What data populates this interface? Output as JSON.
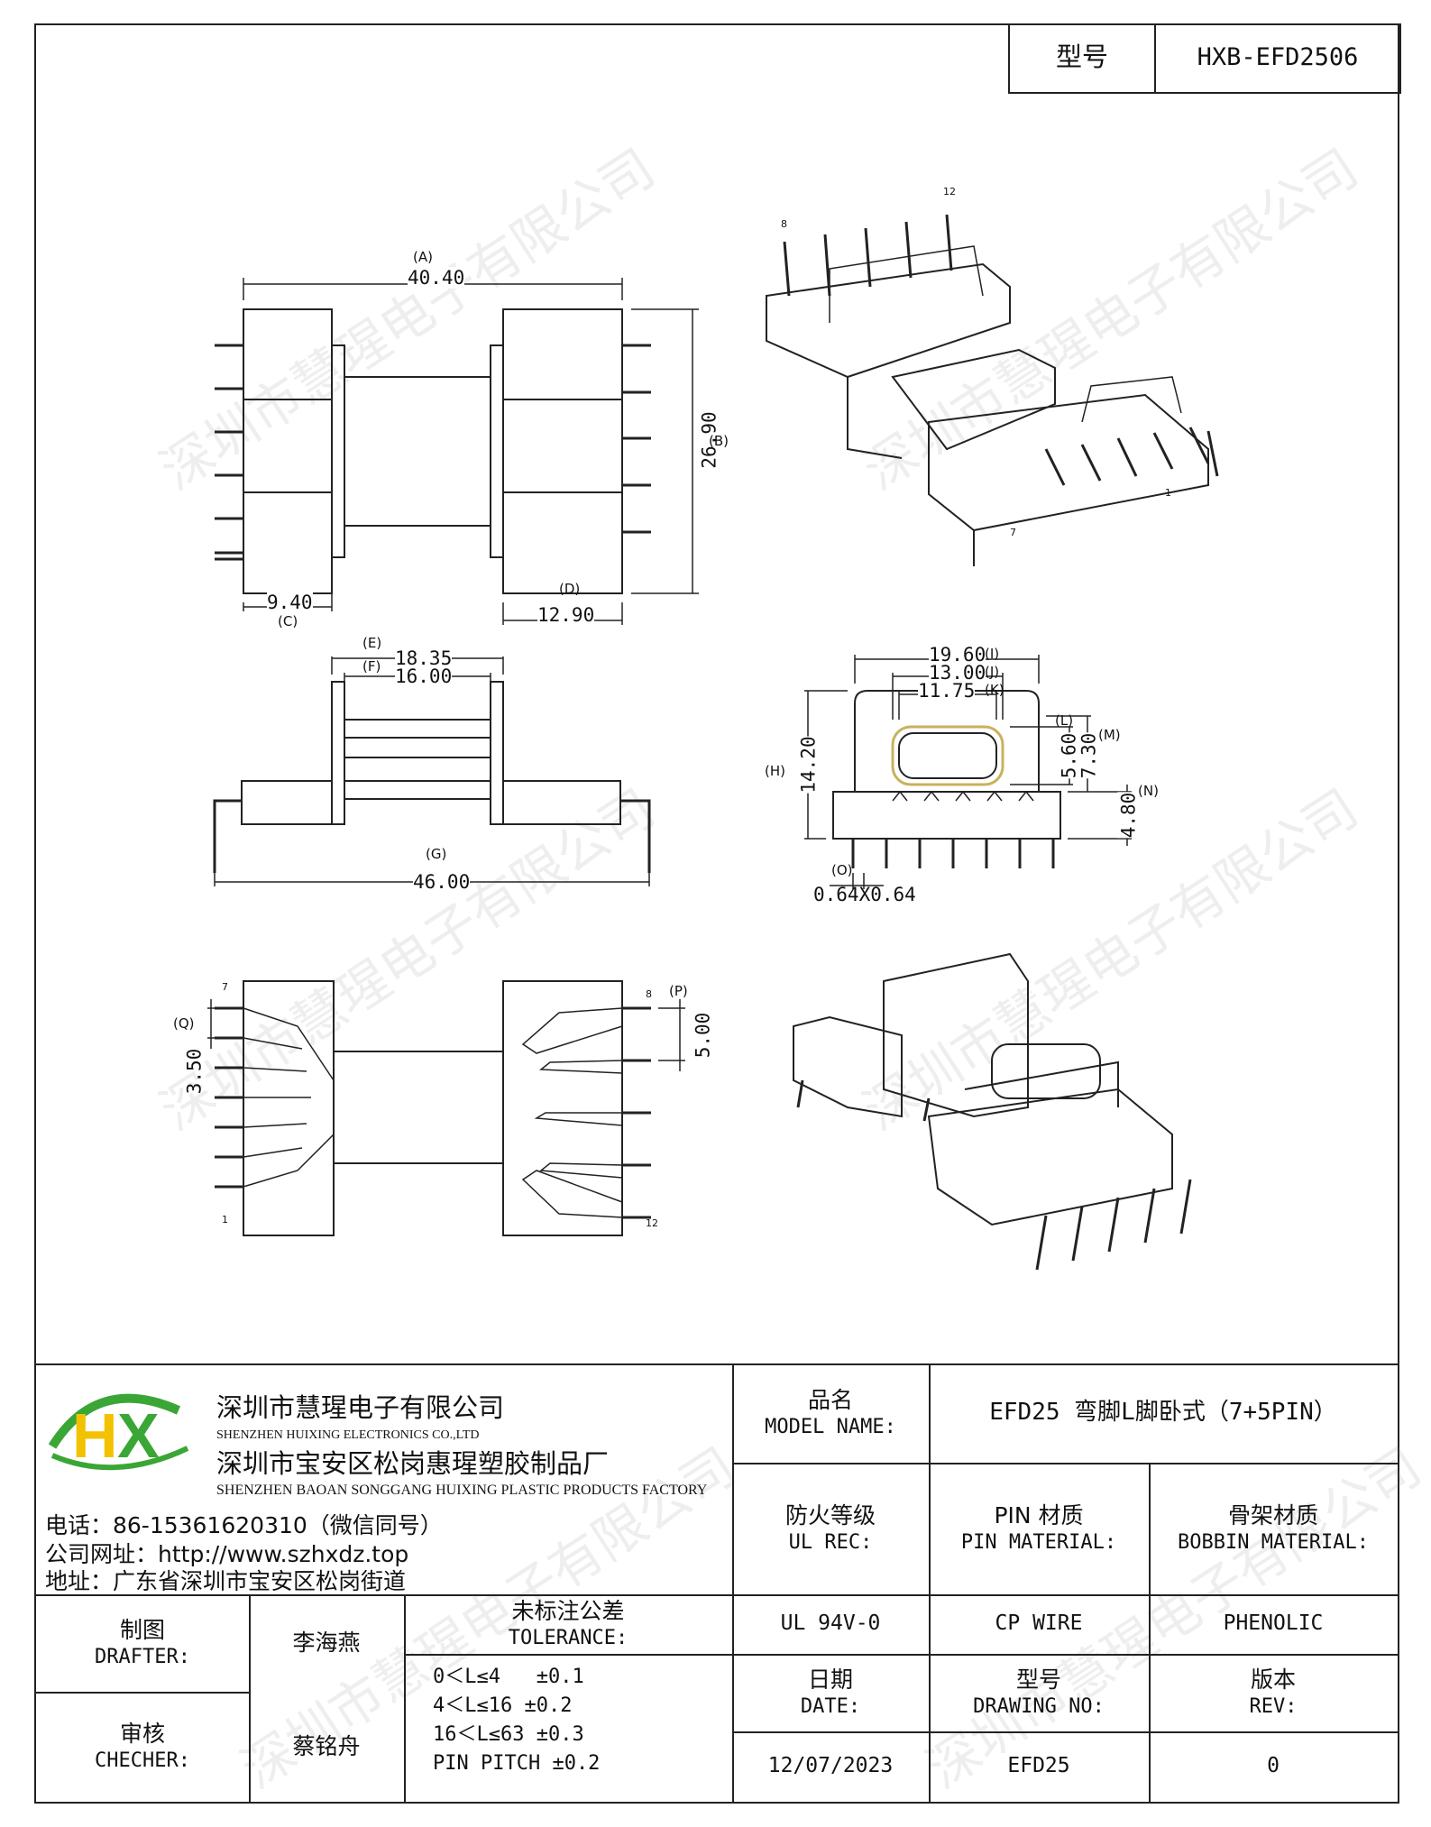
{
  "header": {
    "model_label": "型号",
    "model_value": "HXB-EFD2506"
  },
  "watermark": "深圳市慧瑆电子有限公司",
  "drawing": {
    "top_view": {
      "dim_a_label": "(A)",
      "dim_a": "40.40",
      "dim_b_label": "(B)",
      "dim_b": "26.90",
      "dim_c_label": "(C)",
      "dim_c": "9.40",
      "dim_d_label": "(D)",
      "dim_d": "12.90"
    },
    "side_view": {
      "dim_e_label": "(E)",
      "dim_e": "18.35",
      "dim_f_label": "(F)",
      "dim_f": "16.00",
      "dim_g_label": "(G)",
      "dim_g": "46.00"
    },
    "end_view": {
      "dim_i_label": "(I)",
      "dim_i": "19.60",
      "dim_j_label": "(J)",
      "dim_j": "13.00",
      "dim_k_label": "(K)",
      "dim_k": "11.75",
      "dim_h_label": "(H)",
      "dim_h": "14.20",
      "dim_l_label": "(L)",
      "dim_l": "5.60",
      "dim_m_label": "(M)",
      "dim_m": "7.30",
      "dim_n_label": "(N)",
      "dim_n": "4.80",
      "dim_o_label": "(O)",
      "dim_o": "0.64X0.64"
    },
    "bottom_view": {
      "dim_q_label": "(Q)",
      "dim_q": "3.50",
      "dim_p_label": "(P)",
      "dim_p": "5.00",
      "pin_7": "7",
      "pin_1": "1",
      "pin_8": "8",
      "pin_12": "12"
    },
    "iso_top": {
      "pin_8": "8",
      "pin_12": "12",
      "pin_1": "1",
      "pin_7": "7"
    }
  },
  "company": {
    "name_cn": "深圳市慧瑆电子有限公司",
    "name_en": "SHENZHEN HUIXING ELECTRONICS CO.,LTD",
    "factory_cn": "深圳市宝安区松岗惠瑆塑胶制品厂",
    "factory_en": "SHENZHEN BAOAN SONGGANG HUIXING PLASTIC PRODUCTS FACTORY",
    "phone": "电话：86-15361620310（微信同号）",
    "website": "公司网址：http://www.szhxdz.top",
    "address": "地址：广东省深圳市宝安区松岗街道",
    "logo_text": "HX",
    "colors": {
      "green": "#3aa635",
      "yellow": "#f2c200",
      "blue": "#2a5fb0"
    }
  },
  "titleblock": {
    "model_name_cn": "品名",
    "model_name_en": "MODEL NAME:",
    "model_name_value": "EFD25 弯脚L脚卧式（7+5PIN）",
    "ul_cn": "防火等级",
    "ul_en": "UL REC:",
    "pin_mat_cn": "PIN 材质",
    "pin_mat_en": "PIN MATERIAL:",
    "bobbin_mat_cn": "骨架材质",
    "bobbin_mat_en": "BOBBIN MATERIAL:",
    "ul_value": "UL 94V-0",
    "pin_mat_value": "CP WIRE",
    "bobbin_mat_value": "PHENOLIC",
    "drafter_cn": "制图",
    "drafter_en": "DRAFTER:",
    "drafter_value": "李海燕",
    "checker_cn": "审核",
    "checker_en": "CHECHER:",
    "checker_value": "蔡铭舟",
    "tolerance_cn": "未标注公差",
    "tolerance_en": "TOLERANCE:",
    "tolerance_lines": [
      "0＜L≤4   ±0.1",
      "4＜L≤16 ±0.2",
      "16＜L≤63 ±0.3",
      "PIN PITCH ±0.2"
    ],
    "date_cn": "日期",
    "date_en": "DATE:",
    "drawing_no_cn": "型号",
    "drawing_no_en": "DRAWING NO:",
    "rev_cn": "版本",
    "rev_en": "REV:",
    "date_value": "12/07/2023",
    "drawing_no_value": "EFD25",
    "rev_value": "0"
  }
}
